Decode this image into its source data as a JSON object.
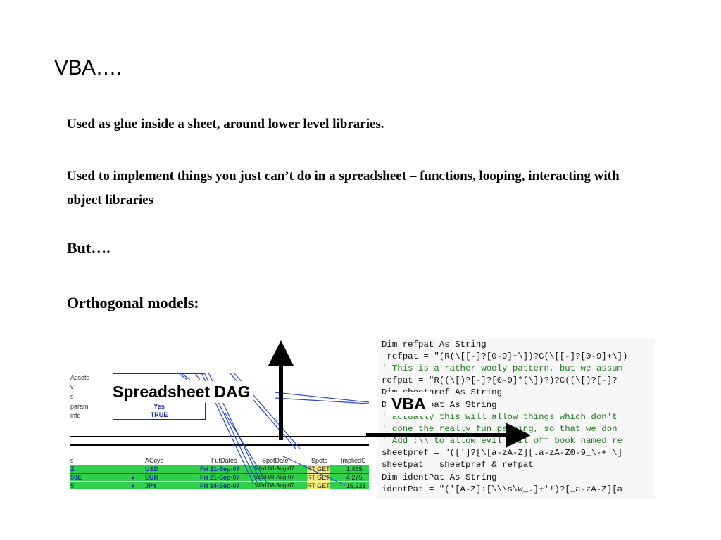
{
  "slide": {
    "title": "VBA….",
    "bullets": [
      "Used as glue inside a sheet, around lower level libraries.",
      "Used to implement things you just can’t do in a spreadsheet – functions, looping, interacting with object libraries"
    ],
    "but": "But….",
    "orthogonal": "Orthogonal models:"
  },
  "diagram": {
    "dag_label": "Spreadsheet DAG",
    "vba_label": "VBA"
  },
  "spreadsheet": {
    "side_labels": [
      "Assets",
      "v",
      "s",
      "param",
      "info"
    ],
    "param_value": "Yes",
    "info_value": "TRUE",
    "headers": [
      "s",
      "ACcys",
      "FutDates",
      "SpotDate",
      "Spots",
      "ImpliedC"
    ],
    "rows": [
      [
        "Z",
        "USD",
        "Fri 21-Sep-07",
        "Wed 08-Aug-07",
        "RT GET",
        "1,465."
      ],
      [
        "50E",
        "EUR",
        "Fri 21-Sep-07",
        "Wed 08-Aug-07",
        "RT GET",
        "4,275."
      ],
      [
        "5",
        "JPY",
        "Fri 14-Sep-07",
        "Wed 08-Aug-07",
        "RT GET",
        "16,921"
      ]
    ]
  },
  "code_lines": [
    {
      "text": "Dim refpat As String",
      "comment": false
    },
    {
      "text": " refpat = \"(R(\\[[-]?[0-9]+\\])?C(\\[[-]?[0-9]+\\])",
      "comment": false
    },
    {
      "text": "' This is a rather wooly pattern, but we assum",
      "comment": true
    },
    {
      "text": "refpat = \"R((\\[)?[-]?[0-9]*(\\])?)?C((\\[)?[-]?",
      "comment": false
    },
    {
      "text": "Dim sheetpref As String",
      "comment": false
    },
    {
      "text": "Dim sheetpat As String",
      "comment": false
    },
    {
      "text": "' actually this will allow things which don't",
      "comment": true
    },
    {
      "text": "' done the really fun parsing, so that we don",
      "comment": true
    },
    {
      "text": "' Add :\\\\ to allow evil evil off book named re",
      "comment": true
    },
    {
      "text": "sheetpref = \"([']?[\\[a-zA-Z][.a-zA-Z0-9_\\-+ \\]",
      "comment": false
    },
    {
      "text": "sheetpat = sheetpref & refpat",
      "comment": false
    },
    {
      "text": "Dim identPat As String",
      "comment": false
    },
    {
      "text": "identPat = \"('[A-Z]:[\\\\\\s\\w_.]+'!)?[_a-zA-Z][a",
      "comment": false
    }
  ],
  "colors": {
    "arrow": "#000000",
    "link": "#2a48d8",
    "cell_green": "#2fd14a"
  }
}
